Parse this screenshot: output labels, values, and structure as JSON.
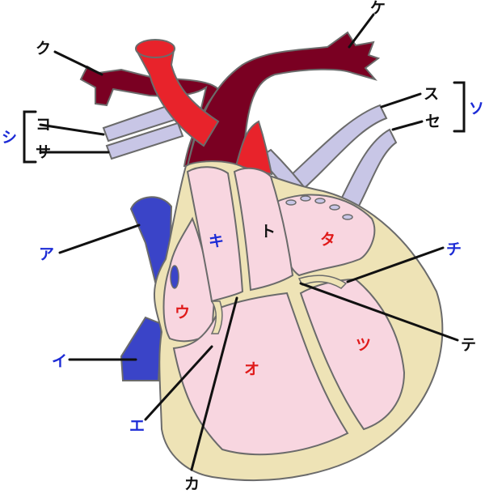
{
  "labels": {
    "a": "ア",
    "i": "イ",
    "u": "ウ",
    "e": "エ",
    "o": "オ",
    "ka": "カ",
    "ki": "キ",
    "ku": "ク",
    "ke": "ケ",
    "ko": "コ",
    "sa": "サ",
    "shi": "シ",
    "su": "ス",
    "se": "セ",
    "so": "ソ",
    "ta": "タ",
    "chi": "チ",
    "tsu": "ツ",
    "te": "テ",
    "to": "ト"
  },
  "colors": {
    "blue_label": "#1c2bd6",
    "red_label": "#e01a1a",
    "black_label": "#111111",
    "aorta": "#e8232b",
    "pulmonary_artery": "#7a0022",
    "vena_cava": "#3a44c8",
    "pulmonary_vein": "#c8c6e6",
    "chamber": "#f8d6e0",
    "muscle": "#eee3b6",
    "outline": "#6b6b6b"
  }
}
